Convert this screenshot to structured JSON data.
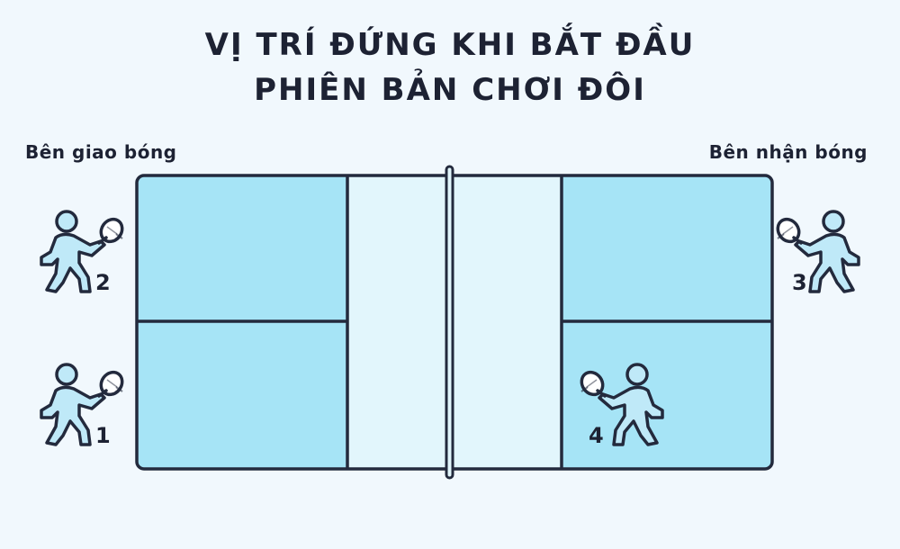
{
  "title": {
    "line1": "VỊ TRÍ ĐỨNG KHI BẮT ĐẦU",
    "line2": "PHIÊN BẢN CHƠI ĐÔI"
  },
  "sides": {
    "serving": "Bên giao bóng",
    "receiving": "Bên nhận bóng"
  },
  "players": [
    {
      "number": "2",
      "icon": "player-with-paddle-icon"
    },
    {
      "number": "1",
      "icon": "player-with-paddle-icon"
    },
    {
      "number": "3",
      "icon": "player-with-paddle-icon"
    },
    {
      "number": "4",
      "icon": "player-with-paddle-icon"
    }
  ],
  "colors": {
    "court_fill": "#a6e4f6",
    "kitchen_fill": "#e2f6fc",
    "line": "#232a3d",
    "figure_fill": "#bfe9f8"
  }
}
